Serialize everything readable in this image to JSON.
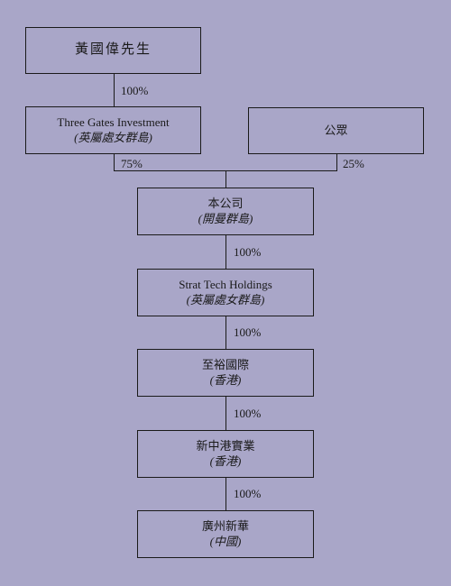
{
  "nodes": {
    "owner": {
      "name": "黃國偉先生"
    },
    "tgi": {
      "name": "Three Gates Investment",
      "sub": "(英屬處女群島)"
    },
    "public": {
      "name": "公眾"
    },
    "company": {
      "name": "本公司",
      "sub": "(開曼群島)"
    },
    "strat": {
      "name": "Strat Tech Holdings",
      "sub": "(英屬處女群島)"
    },
    "zhiyu": {
      "name": "至裕國際",
      "sub": "(香港)"
    },
    "xinzhong": {
      "name": "新中港實業",
      "sub": "(香港)"
    },
    "guangzhou": {
      "name": "廣州新華",
      "sub": "(中國)"
    }
  },
  "edges": {
    "owner_to_tgi": "100%",
    "tgi_to_company": "75%",
    "public_to_company": "25%",
    "company_to_strat": "100%",
    "strat_to_zhiyu": "100%",
    "zhiyu_to_xinzhong": "100%",
    "xinzhong_to_guangzhou": "100%"
  }
}
